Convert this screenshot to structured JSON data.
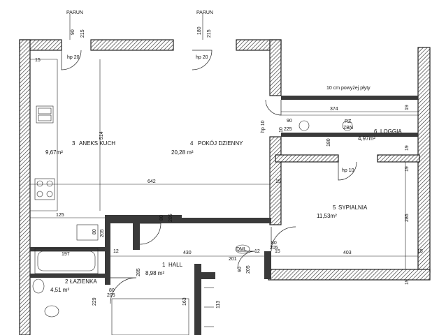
{
  "rooms": [
    {
      "no": "3",
      "name": "ANEKS KUCH",
      "area": "9,67m²"
    },
    {
      "no": "4",
      "name": "POKÓJ DZIENNY",
      "area": "20,28 m²"
    },
    {
      "no": "5",
      "name": "SYPIALNIA",
      "area": "11,53m²"
    },
    {
      "no": "6",
      "name": "LOGGIA",
      "area": "4,97m²"
    },
    {
      "no": "1",
      "name": "HALL",
      "area": "8,98 m²"
    },
    {
      "no": "2",
      "name": "ŁAZIENKA",
      "area": "4,51 m²"
    }
  ],
  "labels": {
    "parun_1": "PARUN",
    "parun_2": "PARUN",
    "rz_1": "RZ",
    "rz_2": "ZBN",
    "dml": "DML",
    "note": "10 cm powyżej płyty"
  },
  "windows": {
    "w1": {
      "a": "90",
      "b": "215",
      "sill": "hp 20"
    },
    "w2": {
      "a": "180",
      "b": "215",
      "sill": "hp 20"
    },
    "w3": {
      "sill": "hp 10"
    },
    "w4": {
      "sill": "hp 10"
    }
  },
  "dims": {
    "d514": "514",
    "d642": "642",
    "d125": "125",
    "d197": "197",
    "d12a": "12",
    "d430": "430",
    "d12b": "12",
    "d201": "201",
    "d403": "403",
    "d15a": "15",
    "d15b": "15",
    "d15c": "15",
    "d15d": "15",
    "d286": "286",
    "d374": "374",
    "d90a": "90",
    "d225": "225",
    "d180": "180",
    "d205a": "205",
    "d80a": "80",
    "d205b": "205",
    "d80b": "80",
    "d80c": "80",
    "d205c": "205",
    "d80d": "80",
    "d205d": "205",
    "d90b": "90",
    "d205e": "205",
    "d285": "285",
    "d229": "229",
    "d163": "163",
    "d113": "113",
    "d19a": "19",
    "d19b": "19",
    "d19c": "19",
    "d19d": "19",
    "d10": "10"
  }
}
